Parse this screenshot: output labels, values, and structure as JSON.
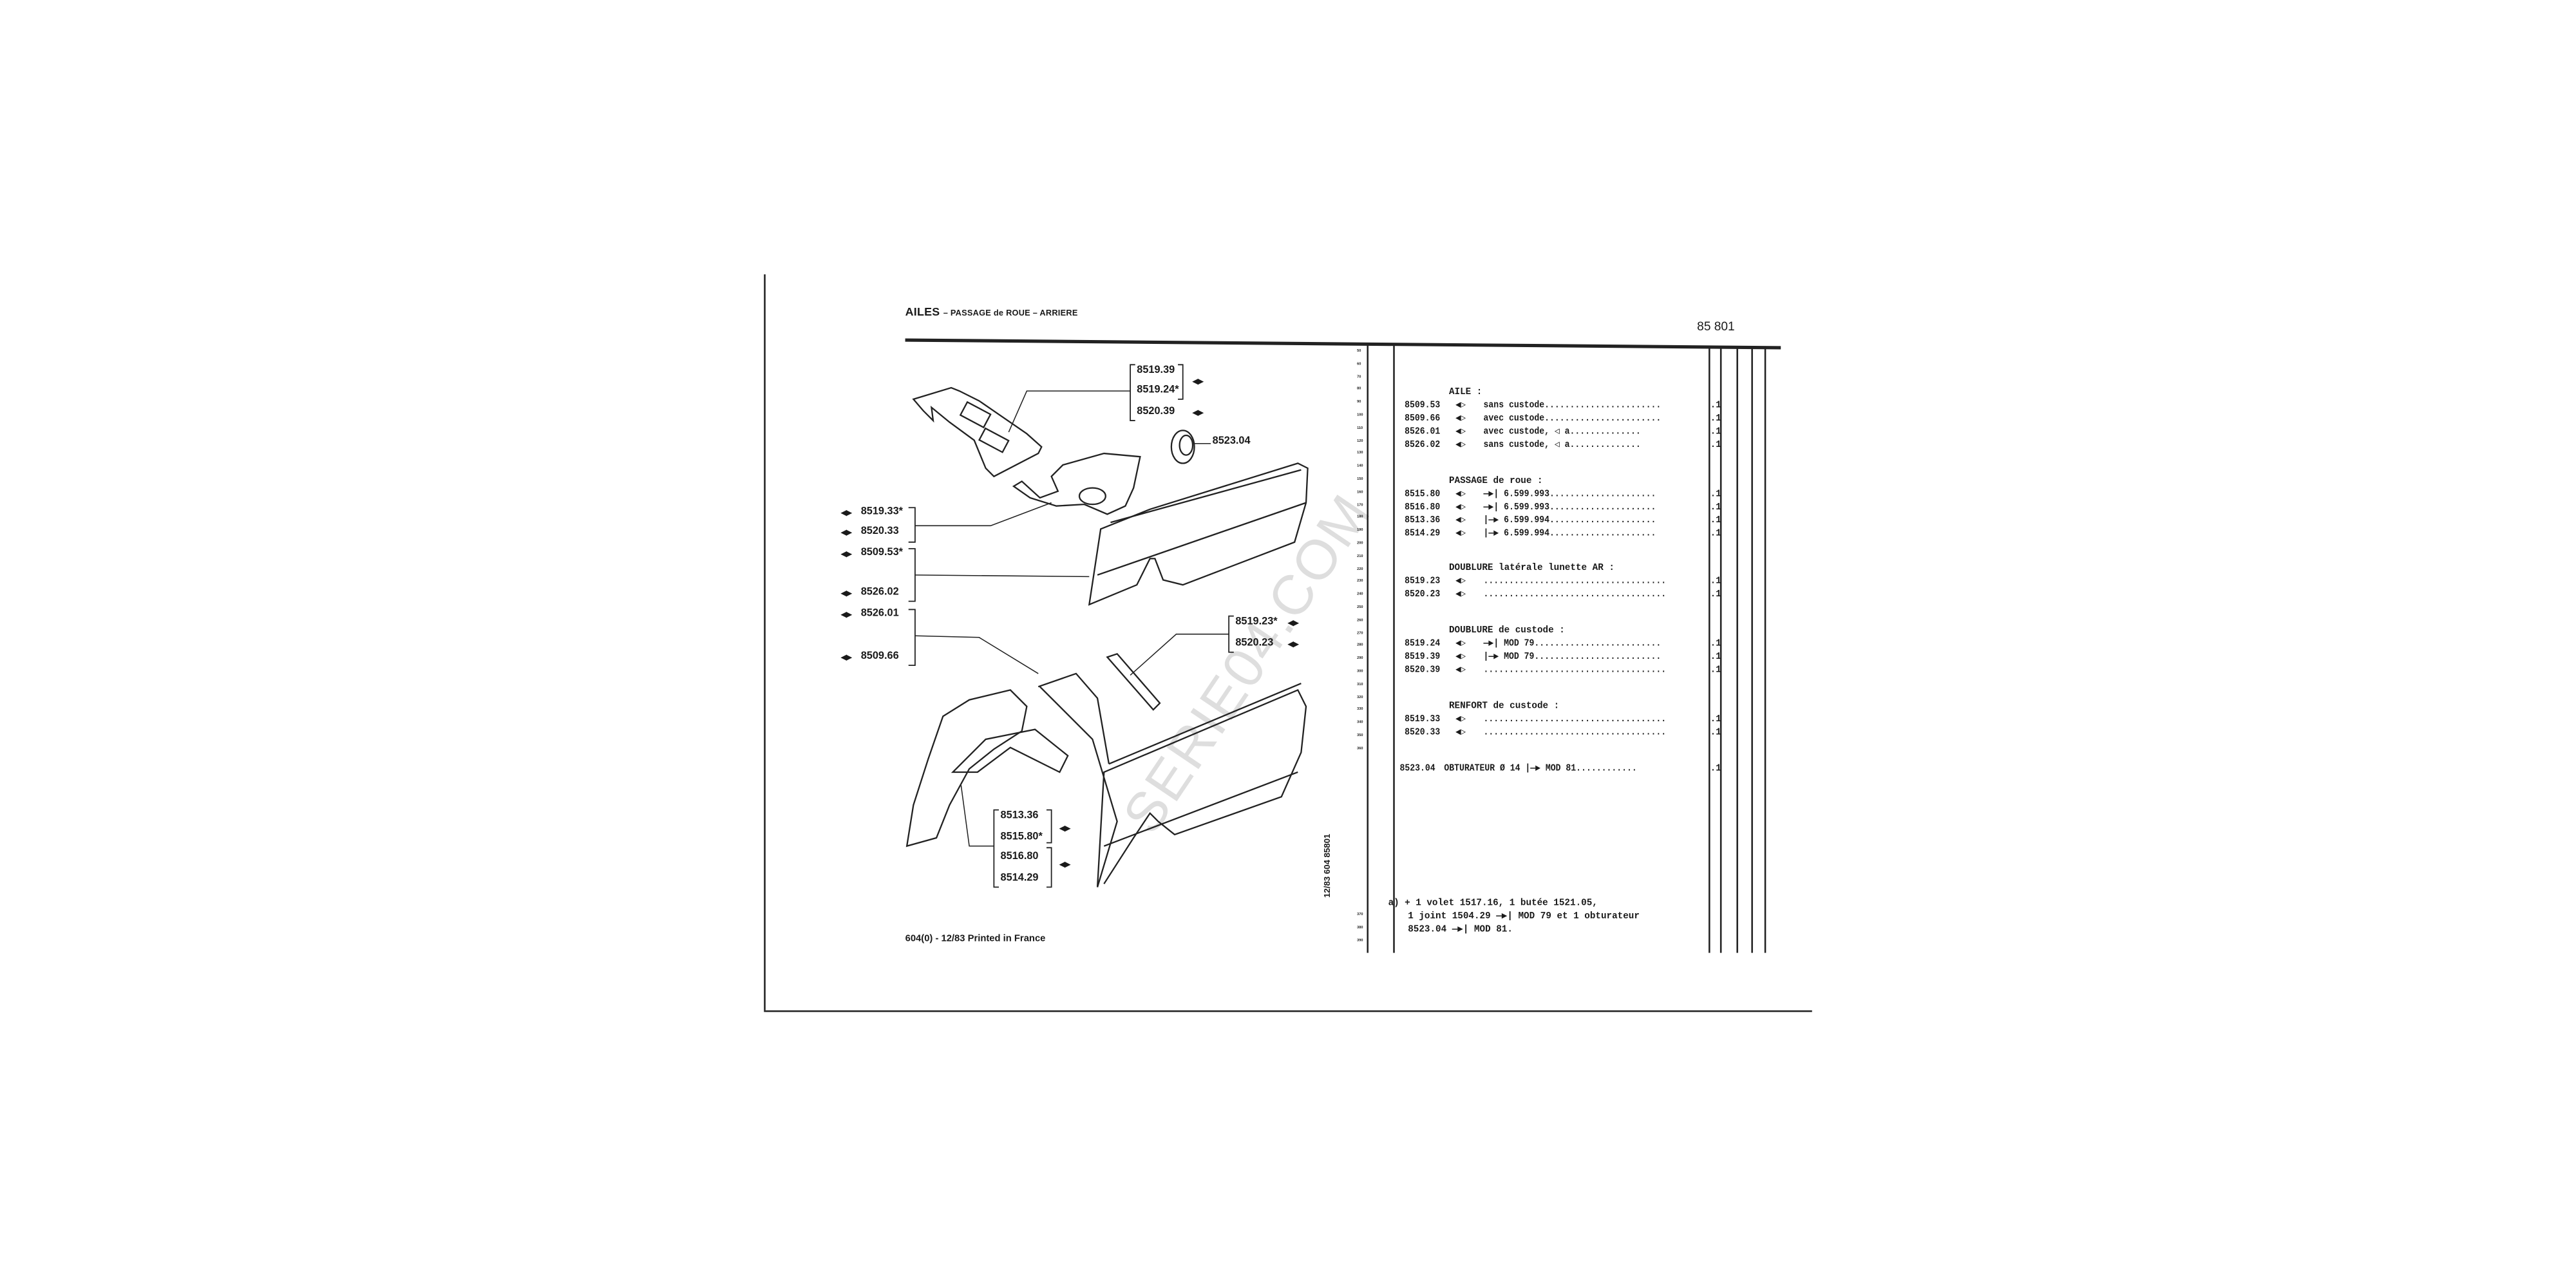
{
  "header": {
    "title_main": "AILES",
    "title_sub": "– PASSAGE de ROUE – ARRIERE",
    "page_number": "85 801"
  },
  "footer": {
    "print_info": "604(0) - 12/83 Printed in France",
    "vertical_code": "12/83 604 85801"
  },
  "watermark": "SERIE04.COM",
  "ruler_ticks": [
    "50",
    "60",
    "70",
    "80",
    "90",
    "100",
    "110",
    "120",
    "130",
    "140",
    "150",
    "160",
    "170",
    "180",
    "190",
    "200",
    "210",
    "220",
    "230",
    "240",
    "250",
    "260",
    "270",
    "280",
    "290",
    "300",
    "310",
    "320",
    "330",
    "340",
    "350",
    "360"
  ],
  "ruler_ticks_bottom": [
    "370",
    "380",
    "390"
  ],
  "diagram_labels": {
    "group_top": [
      "8519.39",
      "8519.24*",
      "8520.39"
    ],
    "obturateur": "8523.04",
    "left_group_1": [
      "8519.33*",
      "8520.33"
    ],
    "left_group_2": [
      "8509.53*",
      "8526.02"
    ],
    "left_group_3": [
      "8526.01",
      "8509.66"
    ],
    "group_right": [
      "8519.23*",
      "8520.23"
    ],
    "group_bottom": [
      "8513.36",
      "8515.80*",
      "8516.80",
      "8514.29"
    ]
  },
  "parts_list": {
    "sections": [
      {
        "title": "AILE :",
        "rows": [
          {
            "part": "8509.53",
            "desc": "sans custode.......................",
            "qty": ".1"
          },
          {
            "part": "8509.66",
            "desc": "avec custode.......................",
            "qty": ".1"
          },
          {
            "part": "8526.01",
            "desc": "avec custode, ◁ a..............",
            "qty": ".1"
          },
          {
            "part": "8526.02",
            "desc": "sans custode, ◁ a..............",
            "qty": ".1"
          }
        ]
      },
      {
        "title": "PASSAGE de roue :",
        "rows": [
          {
            "part": "8515.80",
            "desc": "—▶| 6.599.993.....................",
            "qty": ".1"
          },
          {
            "part": "8516.80",
            "desc": "—▶| 6.599.993.....................",
            "qty": ".1"
          },
          {
            "part": "8513.36",
            "desc": "|—▶ 6.599.994.....................",
            "qty": ".1"
          },
          {
            "part": "8514.29",
            "desc": "|—▶ 6.599.994.....................",
            "qty": ".1"
          }
        ]
      },
      {
        "title": "DOUBLURE latérale lunette AR :",
        "rows": [
          {
            "part": "8519.23",
            "desc": "....................................",
            "qty": ".1"
          },
          {
            "part": "8520.23",
            "desc": "....................................",
            "qty": ".1"
          }
        ]
      },
      {
        "title": "DOUBLURE de custode :",
        "rows": [
          {
            "part": "8519.24",
            "desc": "—▶| MOD 79.........................",
            "qty": ".1"
          },
          {
            "part": "8519.39",
            "desc": "|—▶ MOD 79.........................",
            "qty": ".1"
          },
          {
            "part": "8520.39",
            "desc": "....................................",
            "qty": ".1"
          }
        ]
      },
      {
        "title": "RENFORT de custode :",
        "rows": [
          {
            "part": "8519.33",
            "desc": "....................................",
            "qty": ".1"
          },
          {
            "part": "8520.33",
            "desc": "....................................",
            "qty": ".1"
          }
        ]
      }
    ],
    "obturateur": {
      "part": "8523.04",
      "desc": "OBTURATEUR Ø 14 |—▶ MOD 81............",
      "qty": ".1"
    }
  },
  "footnote": {
    "marker": "a)",
    "lines": [
      "+ 1 volet 1517.16, 1 butée 1521.05,",
      "1 joint 1504.29 —▶| MOD 79 et 1 obturateur",
      "8523.04 —▶| MOD 81."
    ]
  }
}
